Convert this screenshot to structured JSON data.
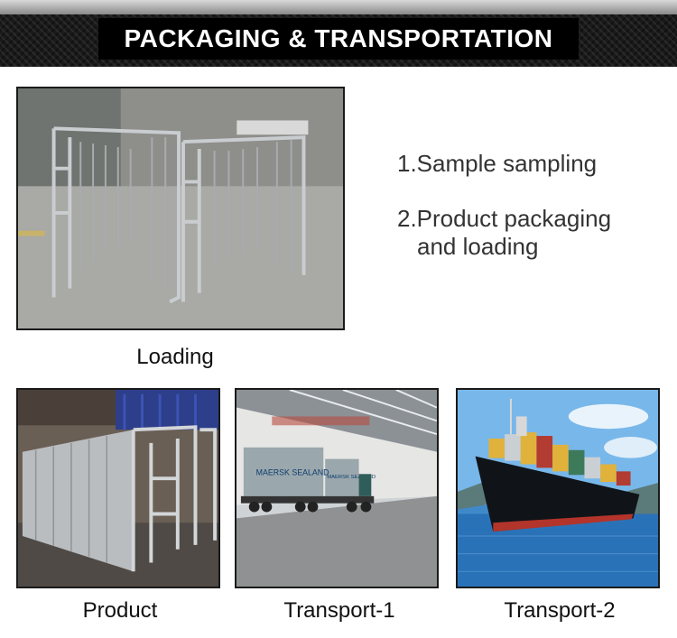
{
  "header": {
    "title": "PACKAGING & TRANSPORTATION"
  },
  "steps": [
    {
      "line1": "1.Sample sampling",
      "line2": ""
    },
    {
      "line1": "2.Product packaging",
      "line2": "and loading"
    }
  ],
  "photos": {
    "loading": {
      "caption": "Loading"
    },
    "product": {
      "caption": "Product"
    },
    "transport1": {
      "caption": "Transport-1",
      "container1": "MAERSK SEALAND",
      "container2": "MAERSK SEALAND"
    },
    "transport2": {
      "caption": "Transport-2"
    }
  }
}
